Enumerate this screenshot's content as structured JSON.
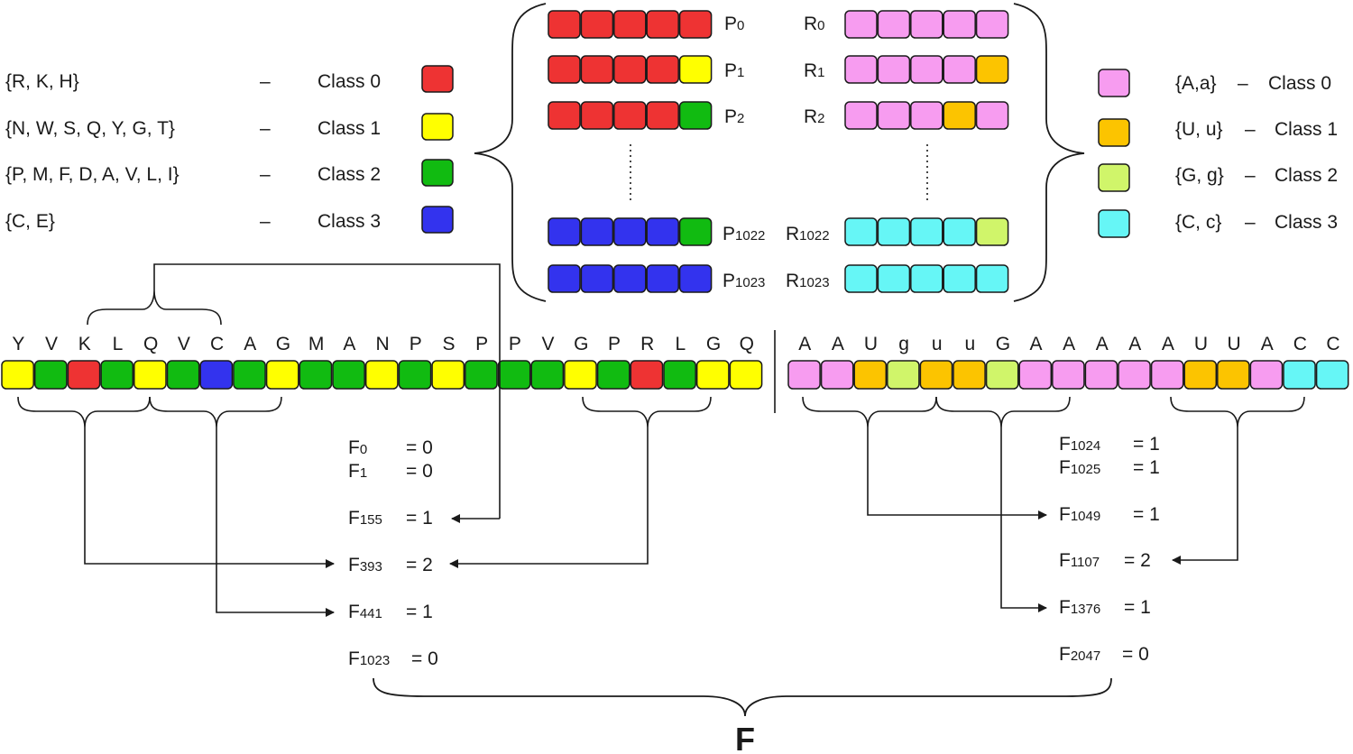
{
  "colors": {
    "protein_classes": [
      "#ee3333",
      "#ffff00",
      "#11bb11",
      "#3333ee"
    ],
    "rna_classes": [
      "#f79cf0",
      "#fcc400",
      "#d0f56a",
      "#66f6f6"
    ],
    "stroke": "#1a1a1a"
  },
  "protein_legend": [
    {
      "group": "{R, K, H}",
      "dash": "–",
      "label": "Class 0"
    },
    {
      "group": "{N, W, S, Q, Y, G, T}",
      "dash": "–",
      "label": "Class 1"
    },
    {
      "group": "{P, M, F, D, A, V, L, I}",
      "dash": "–",
      "label": "Class 2"
    },
    {
      "group": "{C, E}",
      "dash": "–",
      "label": "Class 3"
    }
  ],
  "rna_legend": [
    {
      "group": "{A,a}",
      "dash": "–",
      "label": "Class 0"
    },
    {
      "group": "{U, u}",
      "dash": "–",
      "label": "Class 1"
    },
    {
      "group": "{G, g}",
      "dash": "–",
      "label": "Class 2"
    },
    {
      "group": "{C, c}",
      "dash": "–",
      "label": "Class 3"
    }
  ],
  "protein_patterns": [
    {
      "name": "P",
      "sub": "0",
      "classes": [
        0,
        0,
        0,
        0,
        0
      ]
    },
    {
      "name": "P",
      "sub": "1",
      "classes": [
        0,
        0,
        0,
        0,
        1
      ]
    },
    {
      "name": "P",
      "sub": "2",
      "classes": [
        0,
        0,
        0,
        0,
        2
      ]
    },
    {
      "name": "P",
      "sub": "1022",
      "classes": [
        3,
        3,
        3,
        3,
        2
      ]
    },
    {
      "name": "P",
      "sub": "1023",
      "classes": [
        3,
        3,
        3,
        3,
        3
      ]
    }
  ],
  "rna_patterns": [
    {
      "name": "R",
      "sub": "0",
      "classes": [
        0,
        0,
        0,
        0,
        0
      ]
    },
    {
      "name": "R",
      "sub": "1",
      "classes": [
        0,
        0,
        0,
        0,
        1
      ]
    },
    {
      "name": "R",
      "sub": "2",
      "classes": [
        0,
        0,
        0,
        1,
        0
      ]
    },
    {
      "name": "R",
      "sub": "1022",
      "classes": [
        3,
        3,
        3,
        3,
        2
      ]
    },
    {
      "name": "R",
      "sub": "1023",
      "classes": [
        3,
        3,
        3,
        3,
        3
      ]
    }
  ],
  "protein_sequence": {
    "letters": [
      "Y",
      "V",
      "K",
      "L",
      "Q",
      "V",
      "C",
      "A",
      "G",
      "M",
      "A",
      "N",
      "P",
      "S",
      "P",
      "P",
      "V",
      "G",
      "P",
      "R",
      "L",
      "G",
      "Q"
    ],
    "classes": [
      1,
      2,
      0,
      2,
      1,
      2,
      3,
      2,
      1,
      2,
      2,
      1,
      2,
      1,
      2,
      2,
      2,
      1,
      2,
      0,
      2,
      1,
      1
    ]
  },
  "rna_sequence": {
    "letters": [
      "A",
      "A",
      "U",
      "g",
      "u",
      "u",
      "G",
      "A",
      "A",
      "A",
      "A",
      "A",
      "U",
      "U",
      "A",
      "C",
      "C"
    ],
    "classes": [
      0,
      0,
      1,
      2,
      1,
      1,
      2,
      0,
      0,
      0,
      0,
      0,
      1,
      1,
      0,
      3,
      3
    ]
  },
  "features_protein": [
    {
      "name": "F",
      "sub": "0",
      "value": "= 0"
    },
    {
      "name": "F",
      "sub": "1",
      "value": "= 0"
    },
    {
      "name": "F",
      "sub": "155",
      "value": "= 1"
    },
    {
      "name": "F",
      "sub": "393",
      "value": "= 2"
    },
    {
      "name": "F",
      "sub": "441",
      "value": "= 1"
    },
    {
      "name": "F",
      "sub": "1023",
      "value": "= 0"
    }
  ],
  "features_rna": [
    {
      "name": "F",
      "sub": "1024",
      "value": "= 1"
    },
    {
      "name": "F",
      "sub": "1025",
      "value": "= 1"
    },
    {
      "name": "F",
      "sub": "1049",
      "value": "= 1"
    },
    {
      "name": "F",
      "sub": "1107",
      "value": "= 2"
    },
    {
      "name": "F",
      "sub": "1376",
      "value": "= 1"
    },
    {
      "name": "F",
      "sub": "2047",
      "value": "= 0"
    }
  ],
  "vector_label": "F"
}
